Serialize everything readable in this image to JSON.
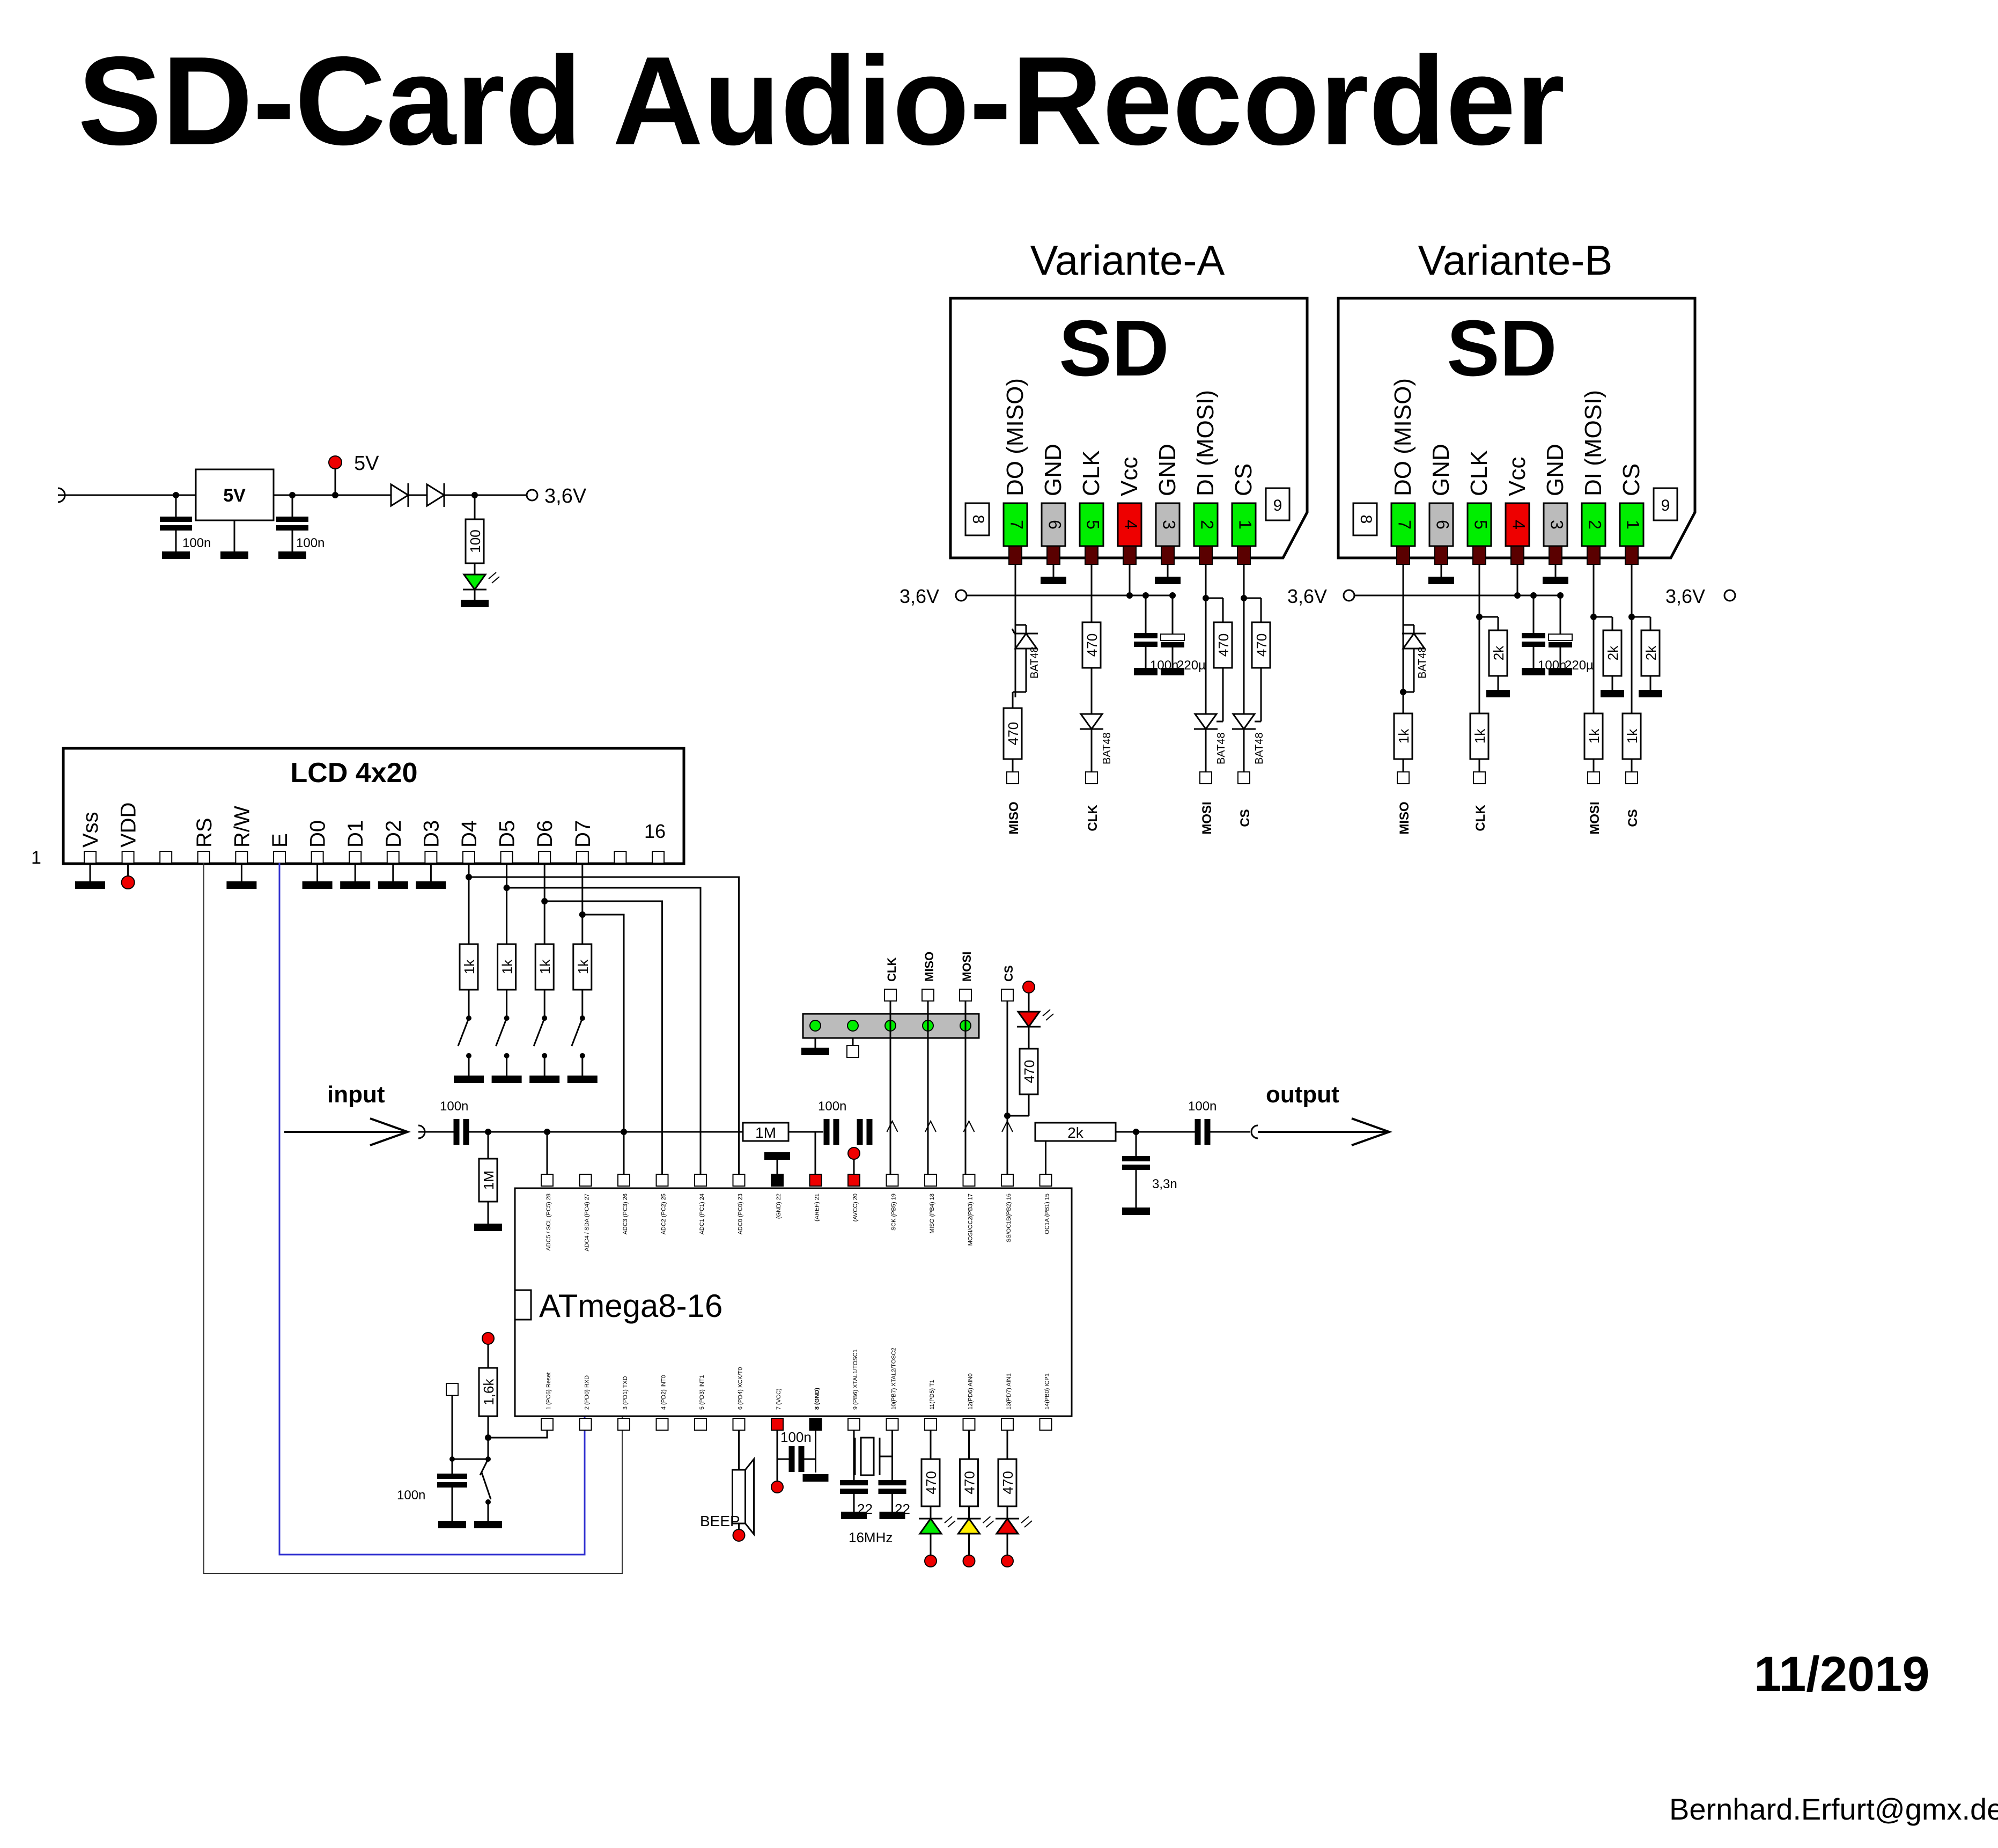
{
  "title": "SD-Card Audio-Recorder",
  "date": "11/2019",
  "author": "Bernhard.Erfurt@gmx.de",
  "colors": {
    "green": "#00ee00",
    "red": "#ee0000",
    "gray": "#bbbbbb",
    "yellow": "#ffee00",
    "blue": "#3030d0",
    "pin": "#5a0000"
  },
  "power": {
    "regulator": "5V",
    "cap1": "100n",
    "cap2": "100n",
    "label_5v": "5V",
    "label_36v": "3,6V",
    "resistor": "100"
  },
  "variant_a": {
    "title": "Variante-A",
    "logo": "SD",
    "supply": "3,6V",
    "pins": [
      {
        "num": "8",
        "label": "",
        "color": "white"
      },
      {
        "num": "7",
        "label": "DO (MISO)",
        "color": "green"
      },
      {
        "num": "6",
        "label": "GND",
        "color": "gray"
      },
      {
        "num": "5",
        "label": "CLK",
        "color": "green"
      },
      {
        "num": "4",
        "label": "Vcc",
        "color": "red"
      },
      {
        "num": "3",
        "label": "GND",
        "color": "gray"
      },
      {
        "num": "2",
        "label": "DI (MOSI)",
        "color": "green"
      },
      {
        "num": "1",
        "label": "CS",
        "color": "green"
      },
      {
        "num": "9",
        "label": "",
        "color": "white"
      }
    ],
    "caps": [
      "100n",
      "220µ"
    ],
    "resistors": [
      "470",
      "470",
      "470",
      "470"
    ],
    "diodes": [
      "BAT48",
      "BAT48",
      "BAT48",
      "BAT48"
    ],
    "signals": [
      "MISO",
      "CLK",
      "MOSI",
      "CS"
    ]
  },
  "variant_b": {
    "title": "Variante-B",
    "logo": "SD",
    "supply": "3,6V",
    "supply_right": "3,6V",
    "pins": [
      {
        "num": "8",
        "label": "",
        "color": "white"
      },
      {
        "num": "7",
        "label": "DO (MISO)",
        "color": "green"
      },
      {
        "num": "6",
        "label": "GND",
        "color": "gray"
      },
      {
        "num": "5",
        "label": "CLK",
        "color": "green"
      },
      {
        "num": "4",
        "label": "Vcc",
        "color": "red"
      },
      {
        "num": "3",
        "label": "GND",
        "color": "gray"
      },
      {
        "num": "2",
        "label": "DI (MOSI)",
        "color": "green"
      },
      {
        "num": "1",
        "label": "CS",
        "color": "green"
      },
      {
        "num": "9",
        "label": "",
        "color": "white"
      }
    ],
    "caps": [
      "100n",
      "220µ"
    ],
    "pullups": [
      "2k",
      "2k",
      "2k"
    ],
    "series": [
      "1k",
      "1k",
      "1k",
      "1k"
    ],
    "diode": "BAT48",
    "signals": [
      "MISO",
      "CLK",
      "MOSI",
      "CS"
    ]
  },
  "lcd": {
    "title": "LCD 4x20",
    "first_pin": "1",
    "pins": [
      "Vss",
      "VDD",
      "",
      "RS",
      "R/W",
      "E",
      "D0",
      "D1",
      "D2",
      "D3",
      "D4",
      "D5",
      "D6",
      "D7",
      "",
      "16"
    ],
    "button_resistors": [
      "1k",
      "1k",
      "1k",
      "1k"
    ]
  },
  "audio": {
    "input": "input",
    "output": "output",
    "in_cap": "100n",
    "in_res": "1M",
    "bias_res": "1M",
    "bias_cap": "100n",
    "out_res": "2k",
    "out_cap_shunt": "3,3n",
    "out_cap": "100n"
  },
  "header": {
    "signals": [
      "CLK",
      "MISO",
      "MOSI"
    ],
    "cs": "CS",
    "cs_res": "470"
  },
  "mcu": {
    "name": "ATmega8-16",
    "top_pins": [
      "ADC5 / SCL (PC5) 28",
      "ADC4 / SDA (PC4) 27",
      "ADC3 (PC3) 26",
      "ADC2 (PC2) 25",
      "ADC1 (PC1) 24",
      "ADC0 (PC0) 23",
      "(GND) 22",
      "(AREF) 21",
      "(AVCC) 20",
      "SCK (PB5) 19",
      "MISO (PB4) 18",
      "MOSI/OC2(PB3) 17",
      "SS/OC1B(PB2) 16",
      "OC1A (PB1) 15"
    ],
    "bottom_pins": [
      "1 (PC6) Reset",
      "2 (PD0) RXD",
      "3 (PD1) TXD",
      "4 (PD2) INT0",
      "5 (PD3) INT1",
      "6 (PD4) XCK/T0",
      "7 (VCC)",
      "8 (GND)",
      "9 (PB6) XTAL1/TOSC1",
      "10(PB7) XTAL2/TOSC2",
      "11(PD5) T1",
      "12(PD6) AIN0",
      "13(PD7) AIN1",
      "14(PB0) ICP1"
    ],
    "reset_res": "1,6k",
    "reset_cap": "100n",
    "vcc_cap": "100n",
    "xtal_caps": [
      "22",
      "22"
    ],
    "crystal": "16MHz",
    "beeper": "BEEP",
    "led_res": [
      "470",
      "470",
      "470"
    ]
  }
}
